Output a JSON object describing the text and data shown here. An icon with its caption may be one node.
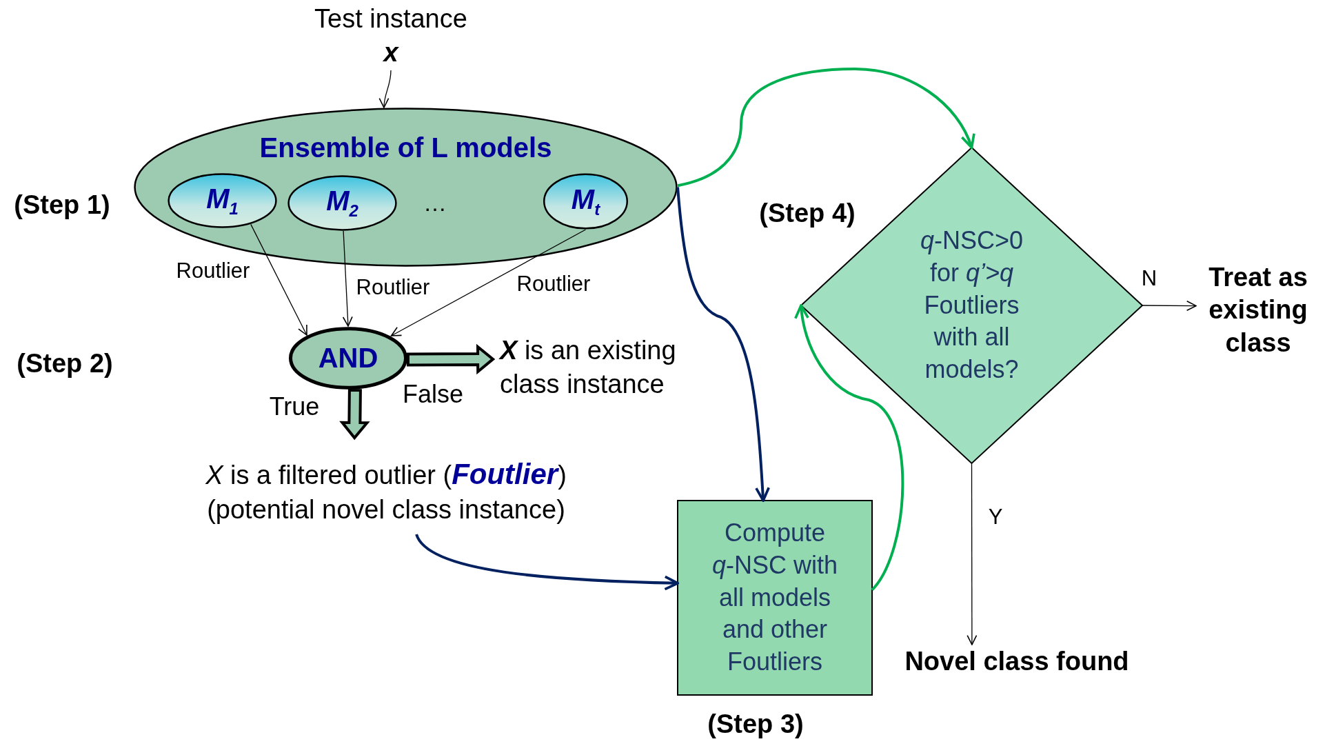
{
  "diagram": {
    "nodes": [
      {
        "text": [
          "Test instance",
          "x"
        ]
      },
      {
        "text": [
          "Ensemble of L models"
        ]
      },
      {
        "text": [
          "M$_{1}$"
        ],
        "in": 1
      },
      {
        "text": [
          "M$_{2}$"
        ],
        "in": 1
      },
      {
        "text": [
          "M$_{t}$"
        ],
        "in": 1
      },
      {
        "text": [
          "AND"
        ]
      },
      {
        "text": [
          "**X** is an existing class instance"
        ]
      },
      {
        "text": [
          "*X* is a filtered outlier (**Foutlier**) (potential novel class instance)"
        ]
      },
      {
        "text": [
          "Compute *q*-NSC with all models and other Foutliers"
        ]
      },
      {
        "text": [
          "*q*-NSC>0 for *q’>q* Foutliers with all models?"
        ]
      },
      {
        "text": [
          "Treat as existing class"
        ]
      },
      {
        "text": [
          "Novel class found"
        ]
      }
    ],
    "edges": [
      {
        "from": 0,
        "to": 1,
        "arrow": "to"
      },
      {
        "from": 2,
        "to": 5,
        "arrow": "to",
        "label": "Routlier"
      },
      {
        "from": 3,
        "to": 5,
        "arrow": "to",
        "label": "Routlier"
      },
      {
        "from": 4,
        "to": 5,
        "arrow": "to",
        "label": "Routlier"
      },
      {
        "from": 5,
        "to": 6,
        "arrow": "to",
        "label": "False",
        "style": "thick"
      },
      {
        "from": 5,
        "to": 7,
        "arrow": "to",
        "label": "True",
        "style": "thick"
      },
      {
        "from": 1,
        "to": 9,
        "arrow": "to",
        "color": "#00b050"
      },
      {
        "from": 1,
        "to": 8,
        "arrow": "to",
        "color": "#002060"
      },
      {
        "from": 7,
        "to": 8,
        "arrow": "to",
        "color": "#002060"
      },
      {
        "from": 8,
        "to": 9,
        "arrow": "to",
        "color": "#00b050"
      },
      {
        "from": 9,
        "to": 10,
        "arrow": "to",
        "label": "N"
      },
      {
        "from": 9,
        "to": 11,
        "arrow": "to",
        "label": "Y"
      }
    ],
    "labels": [
      "(Step 1)",
      "…",
      "(Step 4)",
      "(Step 2)",
      "(Step 3)"
    ]
  }
}
